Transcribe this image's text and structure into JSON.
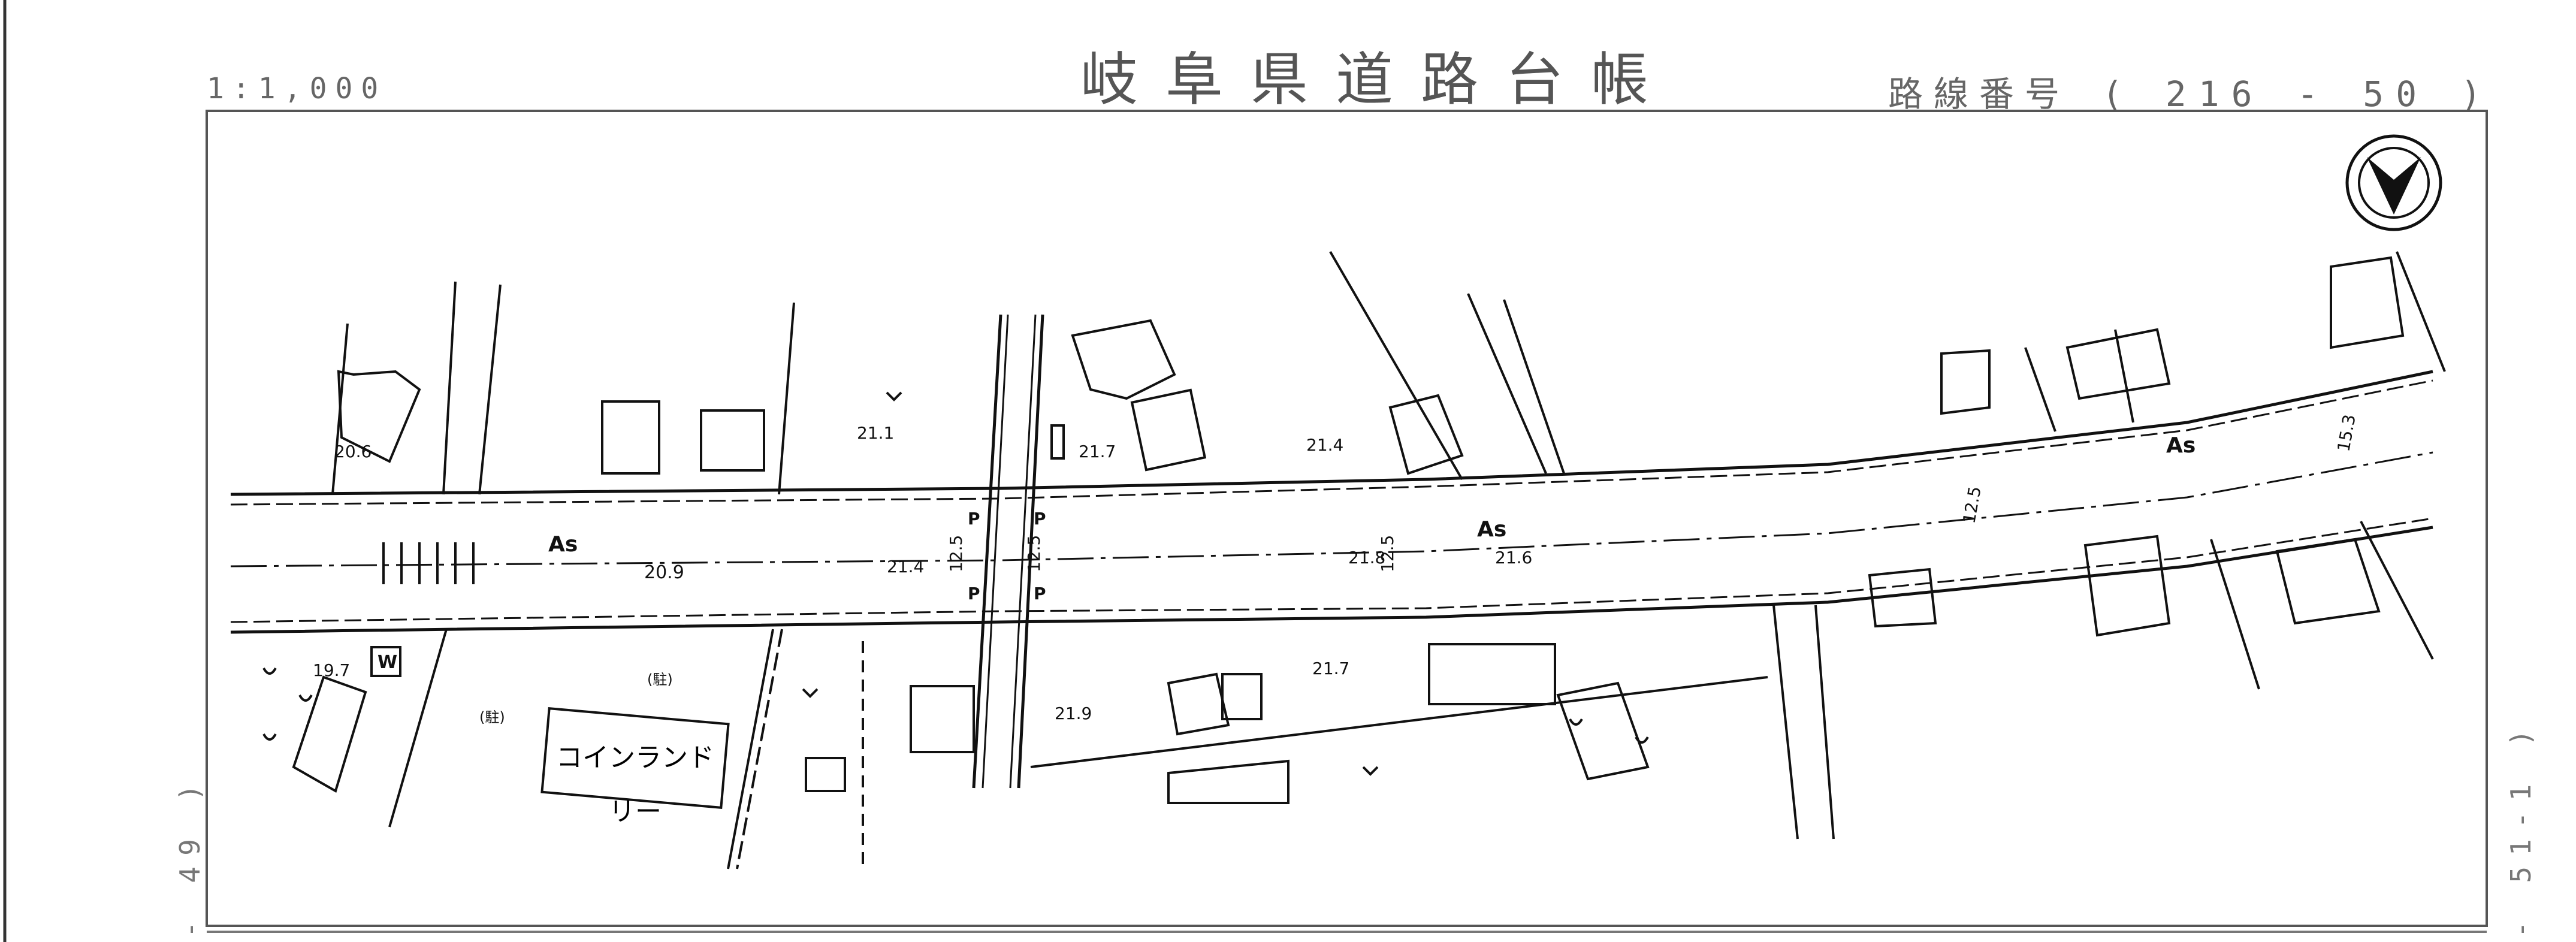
{
  "header": {
    "title": "岐阜県道路台帳",
    "scale": "1:1,000",
    "route_label": "路線番号",
    "route_open": "(",
    "route_number": "216 - 50",
    "route_close": ")"
  },
  "sheet_refs": {
    "left": "- 49 )",
    "right": "- 51-1 )"
  },
  "map": {
    "surface_labels": [
      "As",
      "As",
      "As"
    ],
    "elevations": [
      "20.6",
      "19.7",
      "20.9",
      "21.1",
      "21.4",
      "21.7",
      "21.4",
      "21.8",
      "21.6",
      "21.7",
      "21.9"
    ],
    "widths": [
      "12.5",
      "12.5",
      "12.5",
      "12.5",
      "15.3"
    ],
    "signals": [
      "P",
      "P",
      "P",
      "P"
    ],
    "markers": [
      "W",
      "(駐)",
      "(駐)"
    ],
    "building_label": "コインランドリー"
  },
  "colors": {
    "line": "#111111",
    "frame": "#555555",
    "text": "#555555"
  },
  "icons": {
    "north_arrow": "north-arrow-icon"
  }
}
